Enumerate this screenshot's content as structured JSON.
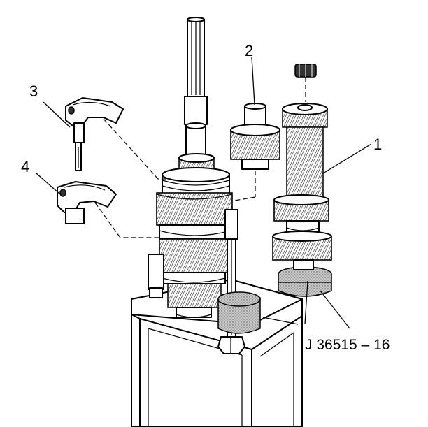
{
  "callouts": {
    "c1": "1",
    "c2": "2",
    "c3": "3",
    "c4": "4"
  },
  "tool_label": "J 36515 – 16"
}
